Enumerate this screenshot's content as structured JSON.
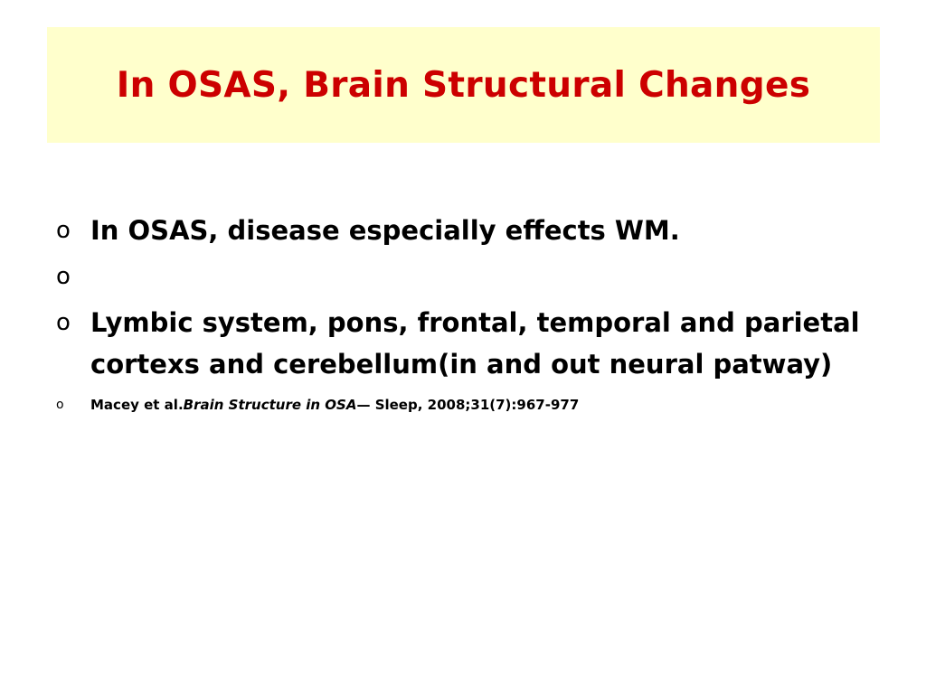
{
  "slide": {
    "title": "In OSAS, Brain Structural Changes",
    "bullet_marker": "o",
    "bullets": [
      {
        "text": "In OSAS, disease especially effects WM."
      },
      {
        "text": ""
      },
      {
        "text": "Lymbic system, pons, frontal, temporal and parietal cortexs and cerebellum(in and out neural patway)"
      }
    ],
    "reference": {
      "authors": "Macey et al.",
      "title": "Brain Structure in OSA",
      "separator": "— ",
      "citation": "Sleep, 2008;31(7):967-977"
    }
  },
  "colors": {
    "title_text": "#cc0000",
    "title_background": "#ffffcc",
    "body_text": "#000000"
  }
}
